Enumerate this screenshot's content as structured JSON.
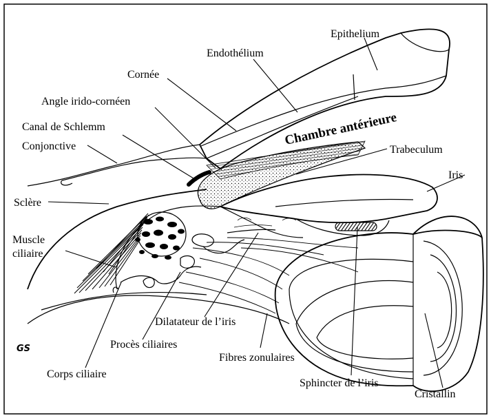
{
  "labels": {
    "epithelium": "Epithelium",
    "endothelium": "Endothélium",
    "cornee": "Cornée",
    "angle": "Angle irido-cornéen",
    "canal": "Canal de Schlemm",
    "conjonctive": "Conjonctive",
    "sclere": "Sclère",
    "muscle_line1": "Muscle",
    "muscle_line2": "ciliaire",
    "chambre": "Chambre antérieure",
    "trabeculum": "Trabeculum",
    "iris": "Iris",
    "dilatateur": "Dilatateur de l’iris",
    "proces": "Procès ciliaires",
    "fibres": "Fibres zonulaires",
    "corps": "Corps ciliaire",
    "sphincter": "Sphincter de l’iris",
    "cristallin": "Cristallin"
  },
  "signature": "GS"
}
